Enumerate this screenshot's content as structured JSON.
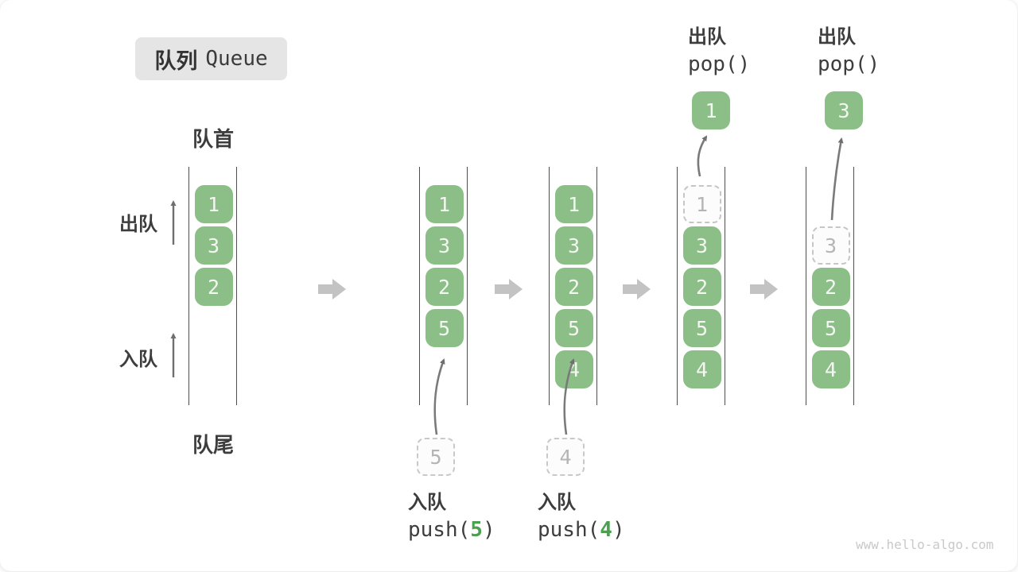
{
  "title": {
    "zh": "队列",
    "en": "Queue"
  },
  "labels": {
    "front": "队首",
    "rear": "队尾",
    "dequeue_side": "出队",
    "enqueue_side": "入队"
  },
  "states": [
    {
      "cells": [
        {
          "v": "1"
        },
        {
          "v": "3"
        },
        {
          "v": "2"
        }
      ]
    },
    {
      "cells": [
        {
          "v": "1"
        },
        {
          "v": "3"
        },
        {
          "v": "2"
        },
        {
          "v": "5"
        }
      ]
    },
    {
      "cells": [
        {
          "v": "1"
        },
        {
          "v": "3"
        },
        {
          "v": "2"
        },
        {
          "v": "5"
        },
        {
          "v": "4"
        }
      ]
    },
    {
      "cells": [
        {
          "v": "1",
          "ghost": true
        },
        {
          "v": "3"
        },
        {
          "v": "2"
        },
        {
          "v": "5"
        },
        {
          "v": "4"
        }
      ]
    },
    {
      "cells": [
        {
          "v": "3",
          "ghost": true
        },
        {
          "v": "2"
        },
        {
          "v": "5"
        },
        {
          "v": "4"
        }
      ]
    }
  ],
  "staged_items": [
    {
      "v": "5"
    },
    {
      "v": "4"
    }
  ],
  "popped_items": [
    {
      "v": "1"
    },
    {
      "v": "3"
    }
  ],
  "operations": [
    {
      "zh": "入队",
      "code_pre": "push(",
      "arg": "5",
      "code_post": ")"
    },
    {
      "zh": "入队",
      "code_pre": "push(",
      "arg": "4",
      "code_post": ")"
    },
    {
      "zh": "出队",
      "code": "pop()"
    },
    {
      "zh": "出队",
      "code": "pop()"
    }
  ],
  "watermark": "www.hello-algo.com",
  "colors": {
    "box_green": "#8cbe87",
    "accent_green": "#4d9f50",
    "block_arrow_gray": "#c3c3c3",
    "thin_arrow_gray": "#6f6f6f",
    "channel_line": "#4e4e4e",
    "title_bg": "#e5e5e5",
    "ghost_border": "#c6c6c6"
  }
}
